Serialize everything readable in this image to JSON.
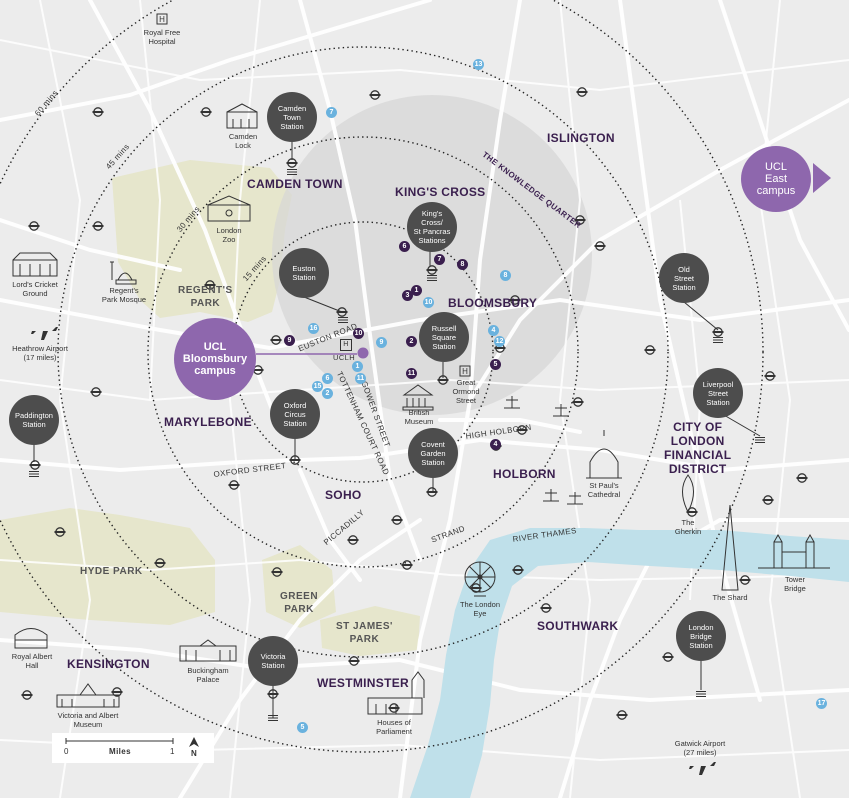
{
  "districts": {
    "camden_town": "CAMDEN TOWN",
    "kings_cross": "KING'S CROSS",
    "islington": "ISLINGTON",
    "bloomsbury": "BLOOMSBURY",
    "marylebone": "MARYLEBONE",
    "soho": "SOHO",
    "holborn": "HOLBORN",
    "city": "CITY OF\nLONDON\nFINANCIAL\nDISTRICT",
    "southwark": "SOUTHWARK",
    "westminster": "WESTMINSTER",
    "kensington": "KENSINGTON",
    "knowledge_quarter": "THE KNOWLEDGE QUARTER"
  },
  "parks": {
    "regents_park": "REGENT'S\nPARK",
    "hyde_park": "HYDE PARK",
    "green_park": "GREEN\nPARK",
    "st_james_park": "ST JAMES'\nPARK"
  },
  "roads": {
    "euston_road": "EUSTON ROAD",
    "gower_street": "GOWER STREET",
    "tottenham_court_road": "TOTTENHAM COURT ROAD",
    "oxford_street": "OXFORD STREET",
    "high_holborn": "HIGH HOLBORN",
    "piccadilly": "PICCADILLY",
    "strand": "STRAND",
    "river_thames": "RIVER THAMES"
  },
  "rings": {
    "r15": "15 mins",
    "r30": "30 mins",
    "r45": "45 mins",
    "r60": "60 mins"
  },
  "ucl": {
    "bloomsbury": "UCL\nBloomsbury\ncampus",
    "east": "UCL\nEast\ncampus",
    "uclh": "UCLH",
    "hospital_letter": "H"
  },
  "stations": {
    "camden_town": "Camden\nTown\nStation",
    "kings_cross": "King's\nCross/\nSt Pancras\nStations",
    "euston": "Euston\nStation",
    "russell_square": "Russell\nSquare\nStation",
    "old_street": "Old\nStreet\nStation",
    "liverpool_street": "Liverpool\nStreet\nStation",
    "oxford_circus": "Oxford\nCircus\nStation",
    "covent_garden": "Covent\nGarden\nStation",
    "paddington": "Paddington\nStation",
    "victoria": "Victoria\nStation",
    "london_bridge": "London\nBridge\nStation"
  },
  "landmarks": {
    "royal_free": "Royal Free\nHospital",
    "camden_lock": "Camden\nLock",
    "london_zoo": "London\nZoo",
    "lords": "Lord's Cricket\nGround",
    "regents_mosque": "Regent's\nPark Mosque",
    "heathrow": "Heathrow Airport\n(17 miles)",
    "british_museum": "British\nMuseum",
    "great_ormond": "Great\nOrmond\nStreet",
    "st_pauls": "St Paul's\nCathedral",
    "gherkin": "The\nGherkin",
    "shard": "The Shard",
    "tower_bridge": "Tower\nBridge",
    "london_eye": "The London\nEye",
    "royal_albert": "Royal Albert\nHall",
    "va": "Victoria and Albert\nMuseum",
    "buckingham": "Buckingham\nPalace",
    "parliament": "Houses of\nParliament",
    "gatwick": "Gatwick Airport\n(27 miles)"
  },
  "dark_markers": [
    "1",
    "2",
    "3",
    "4",
    "5",
    "6",
    "7",
    "8",
    "9",
    "10",
    "11"
  ],
  "blue_markers": [
    "1",
    "2",
    "4",
    "5",
    "6",
    "7",
    "8",
    "9",
    "10",
    "11",
    "12",
    "13",
    "15",
    "16",
    "17"
  ],
  "scale": {
    "zero": "0",
    "unit": "Miles",
    "one": "1",
    "north": "N"
  },
  "colors": {
    "background": "#ececec",
    "parks": "#e6e6cc",
    "river": "#bfe0ea",
    "zone": "#d6d6d6",
    "ucl_purple": "#8e67ad",
    "station_grey": "#4d4d4d",
    "district_text": "#3a1f4e",
    "marker_blue": "#6ab2de"
  }
}
